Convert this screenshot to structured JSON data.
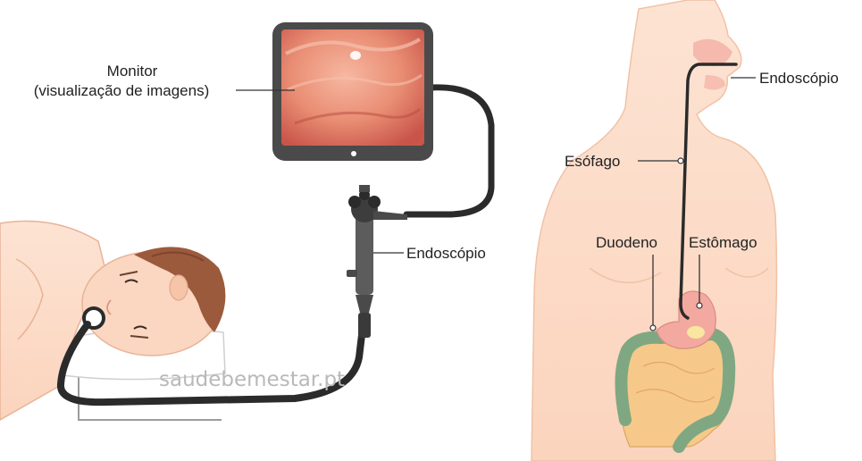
{
  "labels": {
    "monitor_line1": "Monitor",
    "monitor_line2": "(visualização de imagens)",
    "endoscope_left": "Endoscópio",
    "endoscope_right": "Endoscópio",
    "esophagus": "Esófago",
    "duodenum": "Duodeno",
    "stomach": "Estômago"
  },
  "watermark": "saudebemestar.pt",
  "colors": {
    "skin": "#fbd7c1",
    "skin_outline": "#e8b398",
    "hair": "#9c5a3c",
    "tube": "#2b2b2b",
    "monitor_frame": "#4a4a4a",
    "colon": "#7fa882",
    "intestine": "#f6c98a",
    "stomach": "#f3a9a0",
    "mucosa": "#e07a63"
  },
  "icons": [
    "monitor-screen",
    "endoscope-handle",
    "patient-head",
    "torso-silhouette"
  ]
}
